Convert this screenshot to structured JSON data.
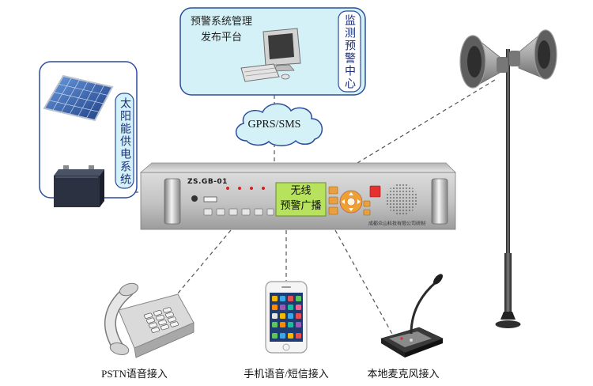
{
  "platform": {
    "title_line1": "预警系统管理",
    "title_line2": "发布平台",
    "center_label": "监测预警中心"
  },
  "power": {
    "label": "太阳能供电系统"
  },
  "network": {
    "label": "GPRS/SMS"
  },
  "device": {
    "model": "ZS.GB-01",
    "screen_line1": "无线",
    "screen_line2": "预警广播",
    "maker": "成都众山科技有限公司研制"
  },
  "inputs": [
    {
      "label": "PSTN语音接入"
    },
    {
      "label": "手机语音/短信接入"
    },
    {
      "label": "本地麦克风接入"
    }
  ],
  "icons": {
    "platform": "computer-icon",
    "solar": "solar-panel-icon",
    "storage": "battery-icon",
    "network": "cloud-icon",
    "output": "horn-speaker-icon",
    "input_pstn": "telephone-icon",
    "input_mobile": "smartphone-icon",
    "input_local": "microphone-icon"
  },
  "colors": {
    "box_fill": "#d3f1f6",
    "box_border": "#2b4d9c",
    "lcd": "#b7e25e",
    "connector": "#555555"
  }
}
